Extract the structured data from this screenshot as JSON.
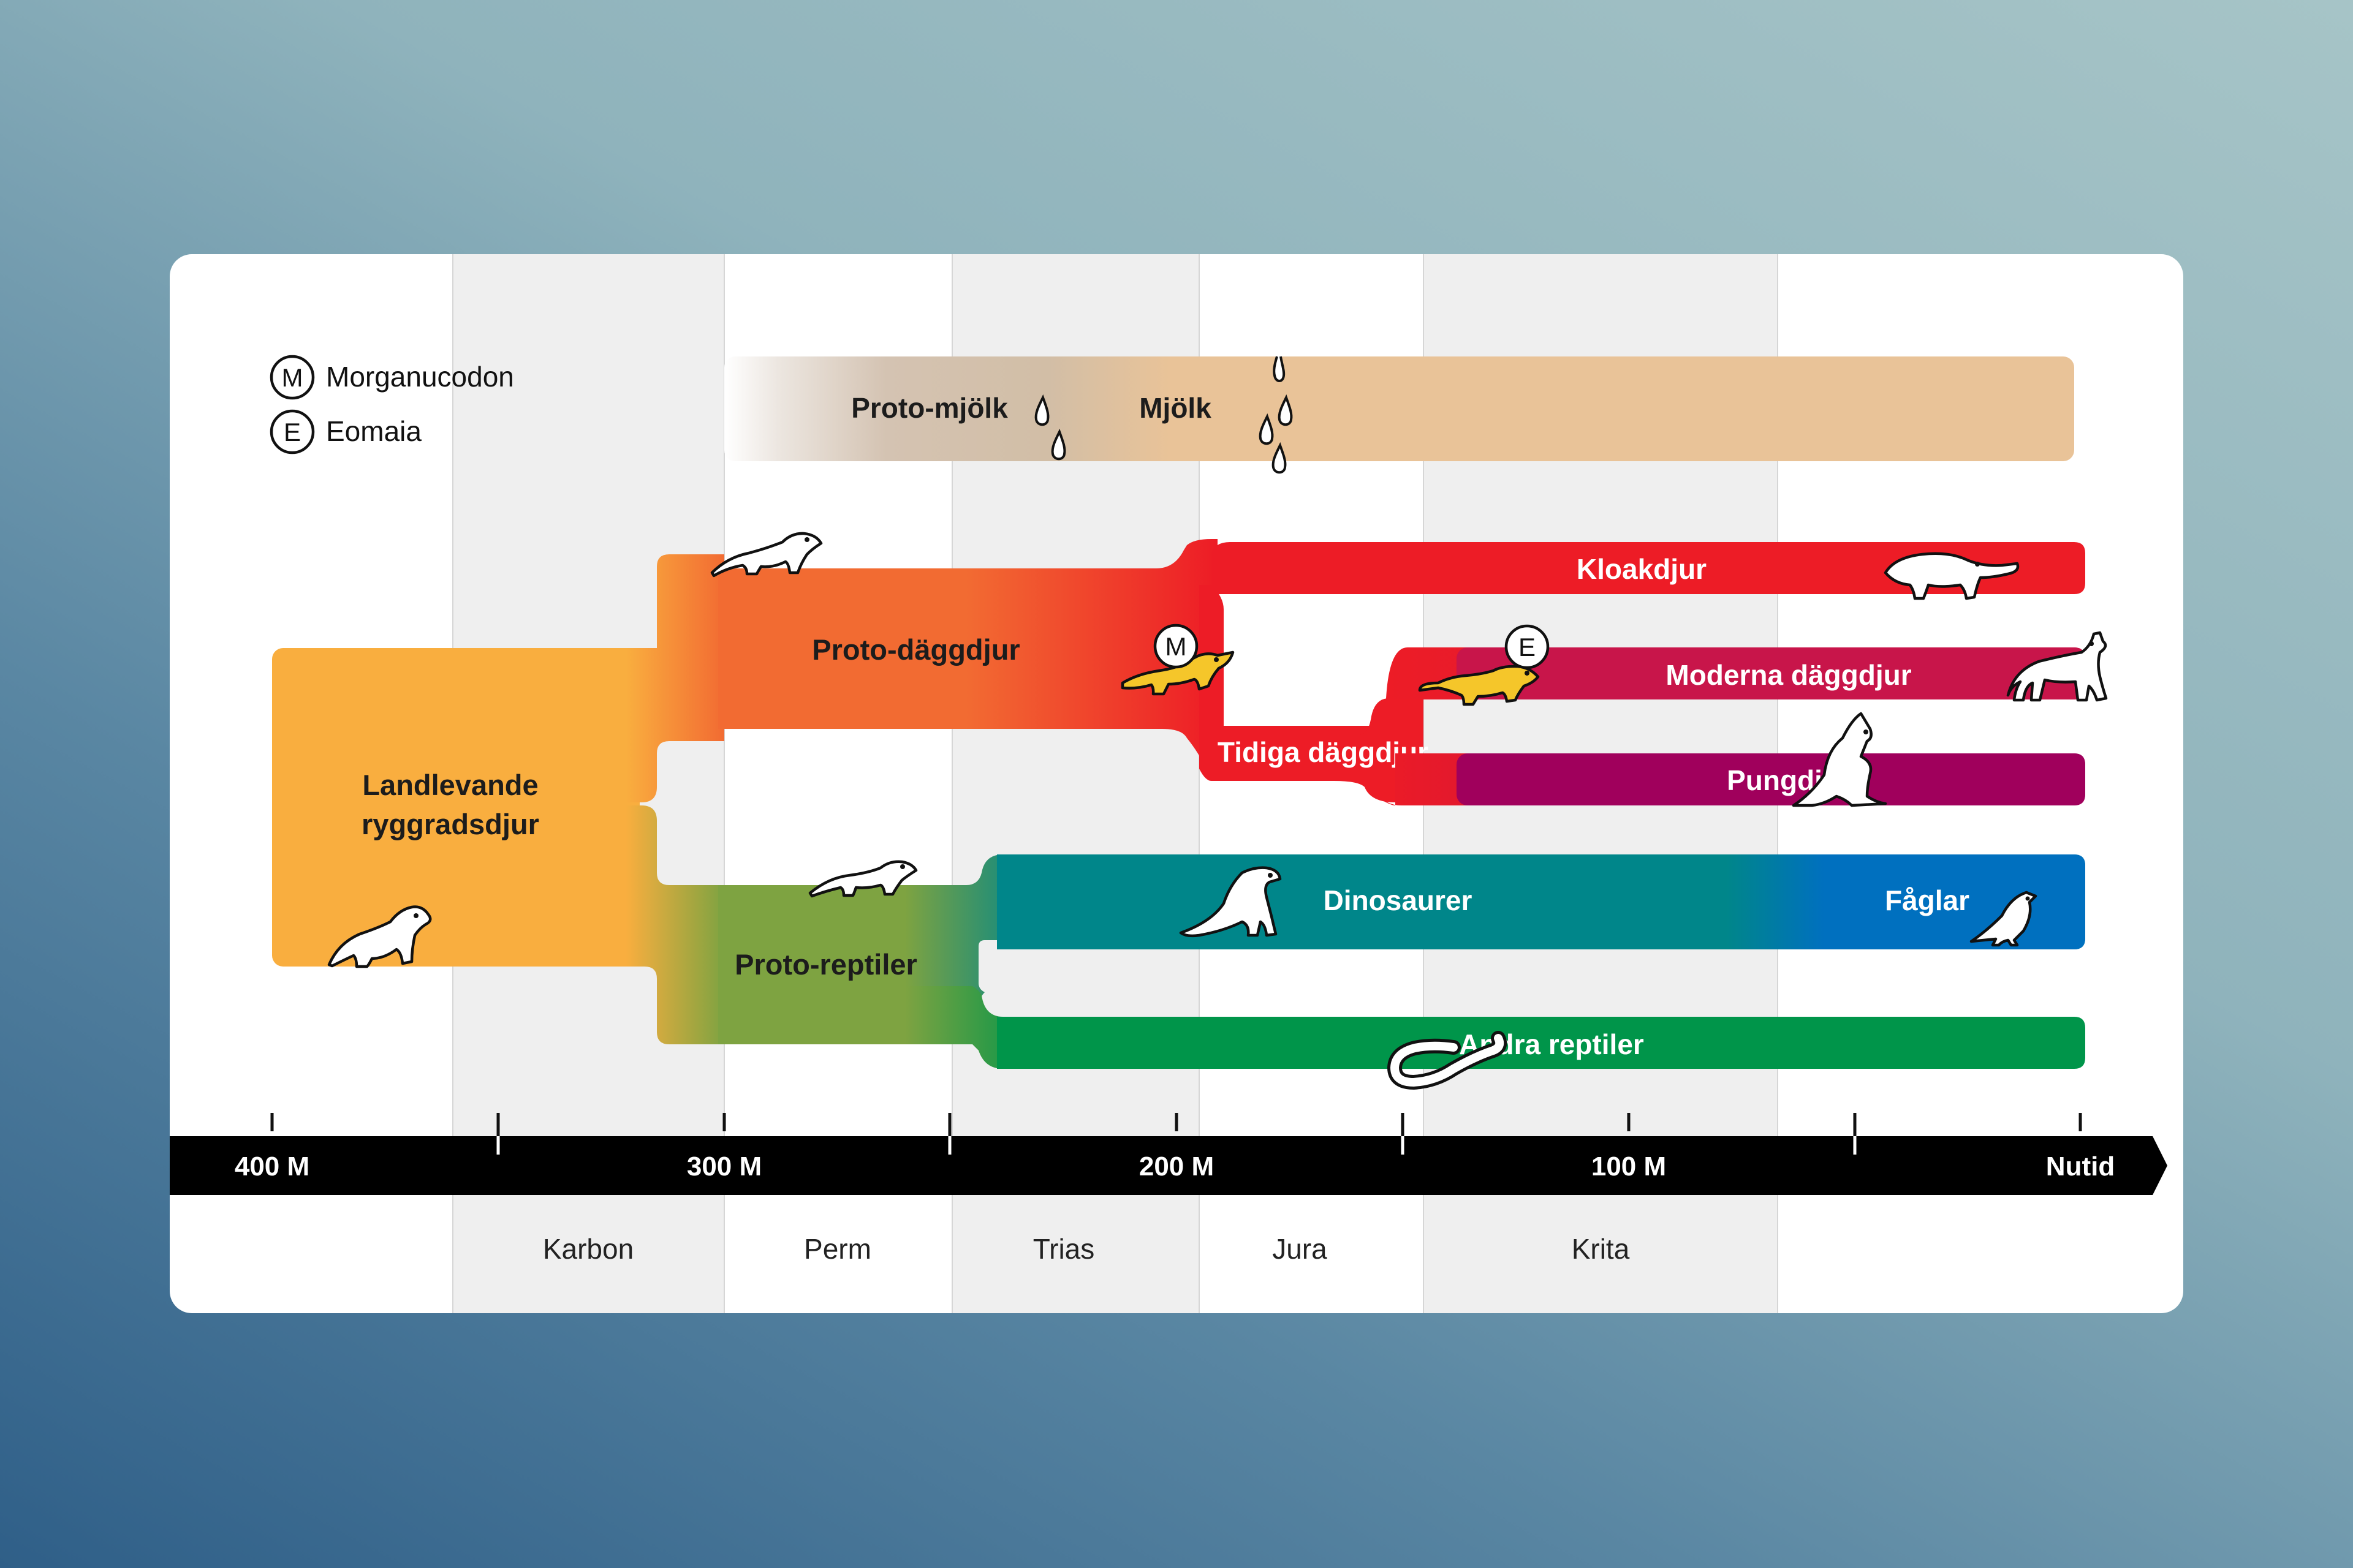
{
  "legend": [
    {
      "letter": "M",
      "name": "Morganucodon"
    },
    {
      "letter": "E",
      "name": "Eomaia"
    }
  ],
  "milk": {
    "proto_label": "Proto-mjölk",
    "label": "Mjölk",
    "color": "#e9c398"
  },
  "groups": {
    "land_vertebrates": {
      "label_line1": "Landlevande",
      "label_line2": "ryggradsdjur",
      "color": "#f9ae3f"
    },
    "proto_mammals": {
      "label": "Proto-däggdjur",
      "color": "#f26b32"
    },
    "proto_reptiles": {
      "label": "Proto-reptiler",
      "color": "#7ea341"
    },
    "monotremes": {
      "label": "Kloakdjur",
      "color": "#ed1c26"
    },
    "early_mammals": {
      "label": "Tidiga däggdjur",
      "color": "#ed1c26"
    },
    "modern_mammals": {
      "label": "Moderna däggdjur",
      "color": "#c8154a"
    },
    "marsupials": {
      "label": "Pungdjur",
      "color": "#a0005c"
    },
    "dinosaurs": {
      "label": "Dinosaurer",
      "color": "#00868a"
    },
    "birds": {
      "label": "Fåglar",
      "color": "#0070bf"
    },
    "other_reptiles": {
      "label": "Andra reptiler",
      "color": "#00954a"
    }
  },
  "timeline": {
    "labels": [
      "400 M",
      "300 M",
      "200 M",
      "100 M",
      "Nutid"
    ],
    "color": "#000000"
  },
  "periods": [
    "Karbon",
    "Perm",
    "Trias",
    "Jura",
    "Krita"
  ],
  "icons": [
    "drop-icon",
    "otter-icon",
    "platypus-icon",
    "morganucodon-icon",
    "eomaia-icon",
    "thylacine-icon",
    "kangaroo-icon",
    "dinosaur-icon",
    "bird-icon",
    "snake-icon"
  ]
}
